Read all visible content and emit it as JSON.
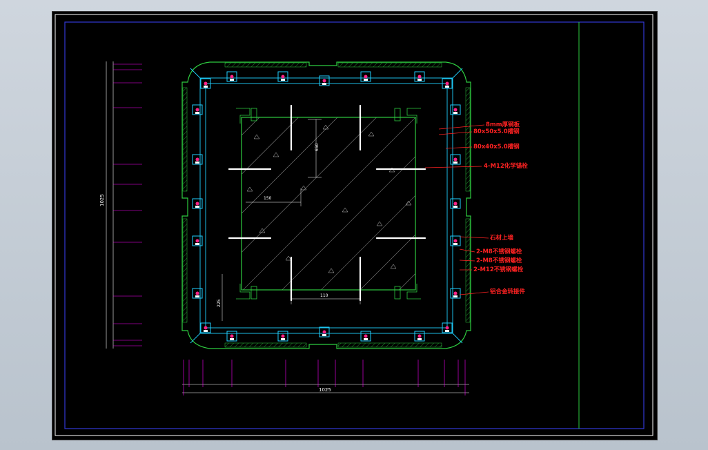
{
  "colors": {
    "background": "#000000",
    "frame": "#3338d6",
    "outline": "#2ecc40",
    "dimension": "#ffffff",
    "extension": "#ff00ff",
    "callout": "#ff2222",
    "node": "#1fd0ff",
    "bolt": "#ffffff"
  },
  "callouts": [
    "8mm厚钢板",
    "80x50x5.0槽钢",
    "80x40x5.0槽钢",
    "4-M12化学锚栓",
    "石材上墙",
    "2-M8不锈钢螺栓",
    "2-M8不锈钢螺栓",
    "2-M12不锈钢螺栓",
    "铝合金转接件"
  ],
  "dims": {
    "bottom_total": "1025",
    "left_total": "1025",
    "column": "650",
    "bolt_spacing": "110",
    "offset": "150",
    "inner": "225"
  },
  "icons": [
    "section-hatch-icon",
    "anchor-bolt-icon",
    "stone-bracket-icon"
  ]
}
